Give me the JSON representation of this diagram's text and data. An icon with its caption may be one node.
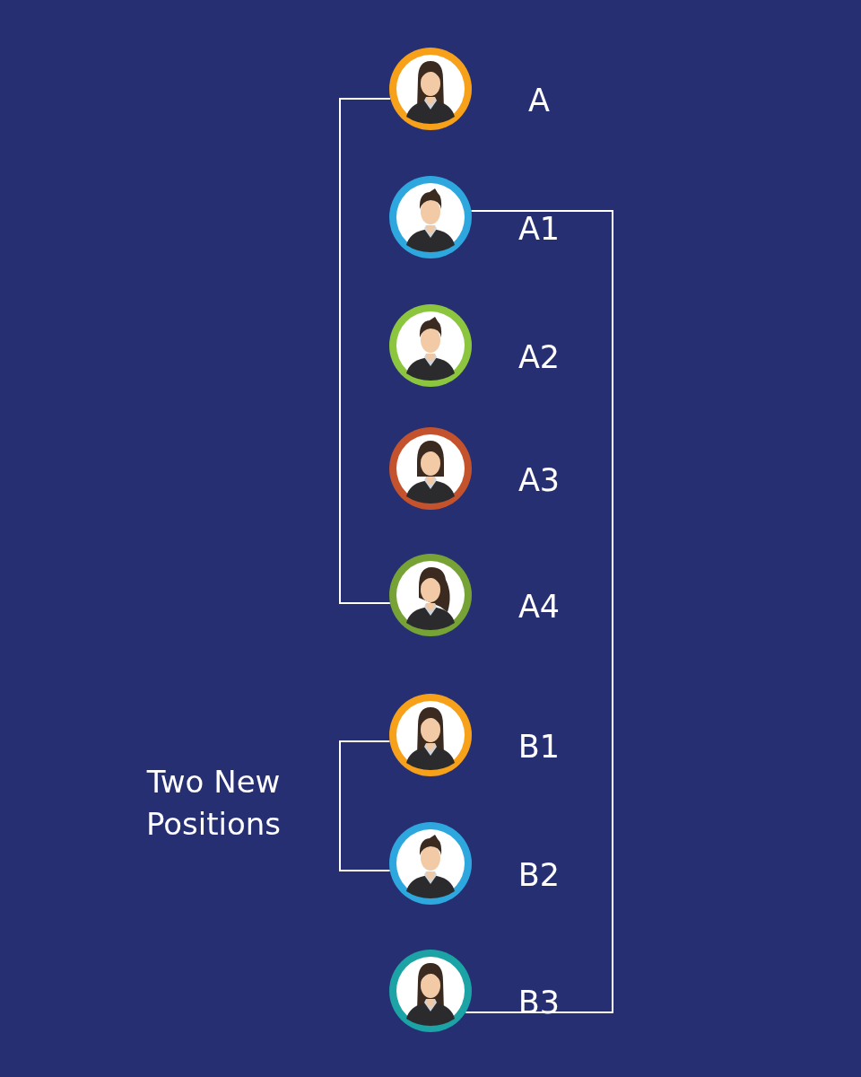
{
  "diagram": {
    "nodes": [
      {
        "text": [],
        "shape": "person",
        "beside": [
          "A"
        ]
      },
      {
        "text": [],
        "shape": "person",
        "beside": [
          "A1"
        ]
      },
      {
        "text": [],
        "shape": "person",
        "beside": [
          "A2"
        ]
      },
      {
        "text": [],
        "shape": "person",
        "beside": [
          "A3"
        ]
      },
      {
        "text": [],
        "shape": "person",
        "beside": [
          "A4"
        ]
      },
      {
        "text": [],
        "shape": "person",
        "beside": [
          "B1"
        ]
      },
      {
        "text": [],
        "shape": "person",
        "beside": [
          "B2"
        ]
      },
      {
        "text": [],
        "shape": "person",
        "beside": [
          "B3"
        ]
      }
    ],
    "edges": [
      {
        "from": 0,
        "to": 4,
        "arrow": "none"
      },
      {
        "from": 1,
        "to": 7,
        "arrow": "none"
      },
      {
        "from": 5,
        "to": 6,
        "arrow": "none"
      }
    ],
    "labels": [
      "Two New Positions"
    ]
  }
}
